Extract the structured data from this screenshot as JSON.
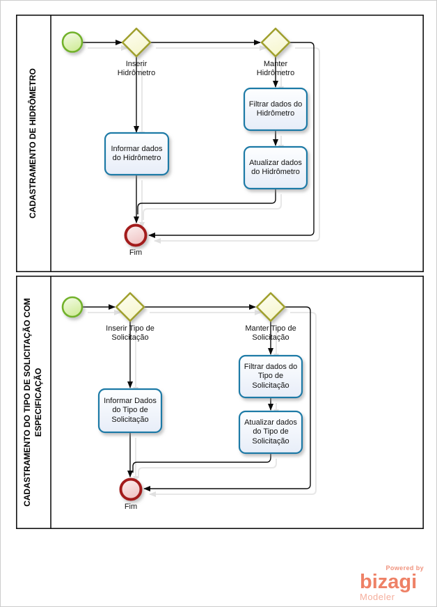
{
  "diagram_type": "BPMN process diagram",
  "pools": [
    {
      "name": "CADASTRAMENTO DE HIDRÔMETRO",
      "start_event": "start",
      "gateways": [
        "Inserir Hidrômetro",
        "Manter Hidrômetro"
      ],
      "tasks": [
        "Informar dados do Hidrômetro",
        "Filtrar dados do Hidrômetro",
        "Atualizar dados do Hidrômetro"
      ],
      "end_label": "Fim",
      "flows": [
        {
          "from": "start",
          "to": "Inserir Hidrômetro"
        },
        {
          "from": "Inserir Hidrômetro",
          "to": "Manter Hidrômetro"
        },
        {
          "from": "Inserir Hidrômetro",
          "to": "Informar dados do Hidrômetro"
        },
        {
          "from": "Manter Hidrômetro",
          "to": "Filtrar dados do Hidrômetro"
        },
        {
          "from": "Filtrar dados do Hidrômetro",
          "to": "Atualizar dados do Hidrômetro"
        },
        {
          "from": "Informar dados do Hidrômetro",
          "to": "Fim"
        },
        {
          "from": "Atualizar dados do Hidrômetro",
          "to": "Fim"
        },
        {
          "from": "Manter Hidrômetro",
          "to": "Fim"
        }
      ]
    },
    {
      "name_line1": "CADASTRAMENTO DO TIPO DE SOLICITAÇÃO COM",
      "name_line2": "ESPECIFICAÇÃO",
      "start_event": "start",
      "gateways": [
        "Inserir Tipo de Solicitação",
        "Manter Tipo de Solicitação"
      ],
      "tasks": [
        "Informar Dados do Tipo de Solicitação",
        "Filtrar dados do Tipo de Solicitação",
        "Atualizar dados do Tipo de Solicitação"
      ],
      "end_label": "Fim",
      "flows": [
        {
          "from": "start",
          "to": "Inserir Tipo de Solicitação"
        },
        {
          "from": "Inserir Tipo de Solicitação",
          "to": "Manter Tipo de Solicitação"
        },
        {
          "from": "Inserir Tipo de Solicitação",
          "to": "Informar Dados do Tipo de Solicitação"
        },
        {
          "from": "Manter Tipo de Solicitação",
          "to": "Filtrar dados do Tipo de Solicitação"
        },
        {
          "from": "Filtrar dados do Tipo de Solicitação",
          "to": "Atualizar dados do Tipo de Solicitação"
        },
        {
          "from": "Informar Dados do Tipo de Solicitação",
          "to": "Fim"
        },
        {
          "from": "Atualizar dados do Tipo de Solicitação",
          "to": "Fim"
        },
        {
          "from": "Manter Tipo de Solicitação",
          "to": "Fim"
        }
      ]
    }
  ],
  "logo": {
    "powered_by": "Powered by",
    "brand": "bizagi",
    "product": "Modeler"
  },
  "colors": {
    "task_border": "#1f7aa6",
    "gateway_border": "#a0a02e",
    "start_border": "#72b22c",
    "end_border": "#a31c1c",
    "flow_line": "#0b0b0b",
    "logo_coral": "#ee8166"
  }
}
